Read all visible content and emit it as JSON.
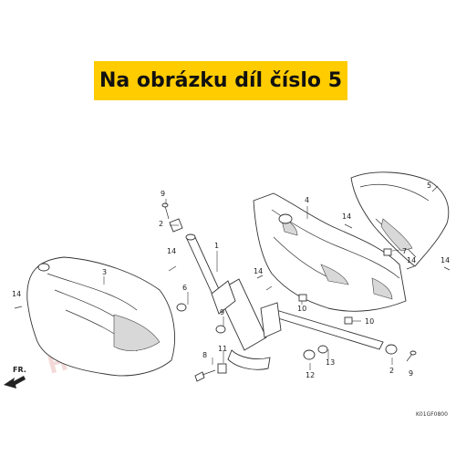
{
  "banner": {
    "text": "Na obrázku díl číslo 5",
    "color": "#ffcc00"
  },
  "diagram": {
    "watermark": "HONDA",
    "direction_label": "FR.",
    "figure_code": "K01GF0800",
    "callouts": [
      "1",
      "2",
      "3",
      "4",
      "5",
      "6",
      "7",
      "8",
      "9",
      "9",
      "10",
      "10",
      "11",
      "12",
      "13",
      "14",
      "14",
      "14",
      "14",
      "14",
      "14"
    ]
  }
}
